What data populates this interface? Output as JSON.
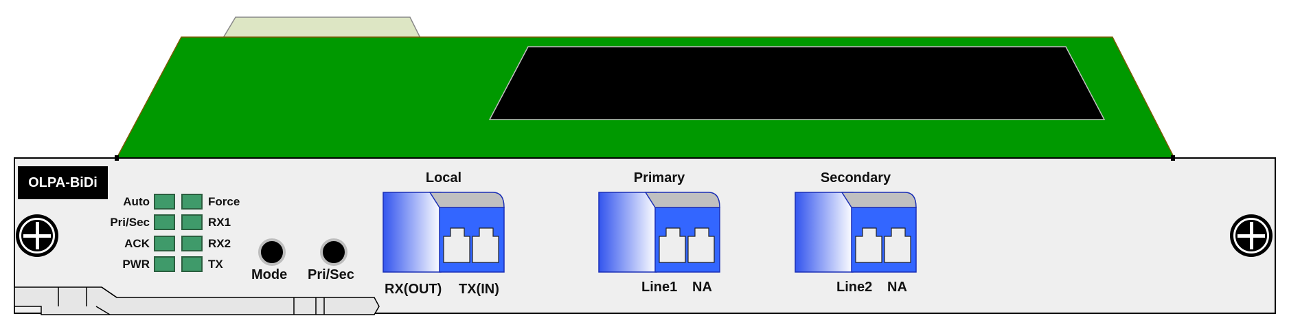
{
  "module": {
    "model": "OLPA-BiDi"
  },
  "leds": {
    "left_labels": [
      "Auto",
      "Pri/Sec",
      "ACK",
      "PWR"
    ],
    "right_labels": [
      "Force",
      "RX1",
      "RX2",
      "TX"
    ],
    "color": "#3f9a6a"
  },
  "buttons": {
    "mode_label": "Mode",
    "prisec_label": "Pri/Sec"
  },
  "ports": [
    {
      "title": "Local",
      "labels": [
        "RX(OUT)",
        "TX(IN)"
      ]
    },
    {
      "title": "Primary",
      "labels": [
        "Line1",
        "NA"
      ]
    },
    {
      "title": "Secondary",
      "labels": [
        "Line2",
        "NA"
      ]
    }
  ],
  "colors": {
    "pcb": "#009900",
    "panel": "#efefef",
    "connector_blue": "#3366ff",
    "connector_gradient_dark": "#3355ee",
    "gold_pins": "#ffff00"
  },
  "icons": {
    "screw": "screw-icon",
    "connector": "lc-duplex-connector-icon"
  }
}
